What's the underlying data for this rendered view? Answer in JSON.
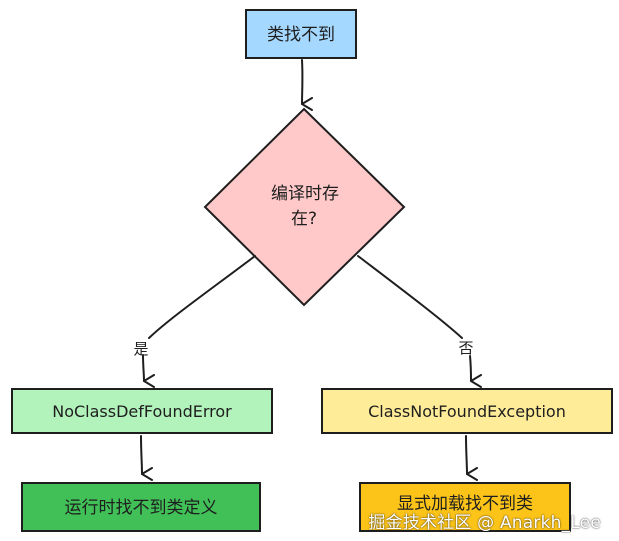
{
  "nodes": {
    "start": {
      "label": "类找不到",
      "fill": "#a5d8ff"
    },
    "decision": {
      "line1": "编译时存",
      "line2": "在?",
      "fill": "#ffc9c9"
    },
    "left_error": {
      "label": "NoClassDefFoundError",
      "fill": "#b2f2bb"
    },
    "left_result": {
      "label": "运行时找不到类定义",
      "fill": "#40c057"
    },
    "right_exception": {
      "label": "ClassNotFoundException",
      "fill": "#ffec99"
    },
    "right_result": {
      "label": "显式加载找不到类",
      "fill": "#fcc419"
    }
  },
  "edges": {
    "yes_label": "是",
    "no_label": "否"
  },
  "watermark": "掘金技术社区 @ Anarkh_Lee"
}
